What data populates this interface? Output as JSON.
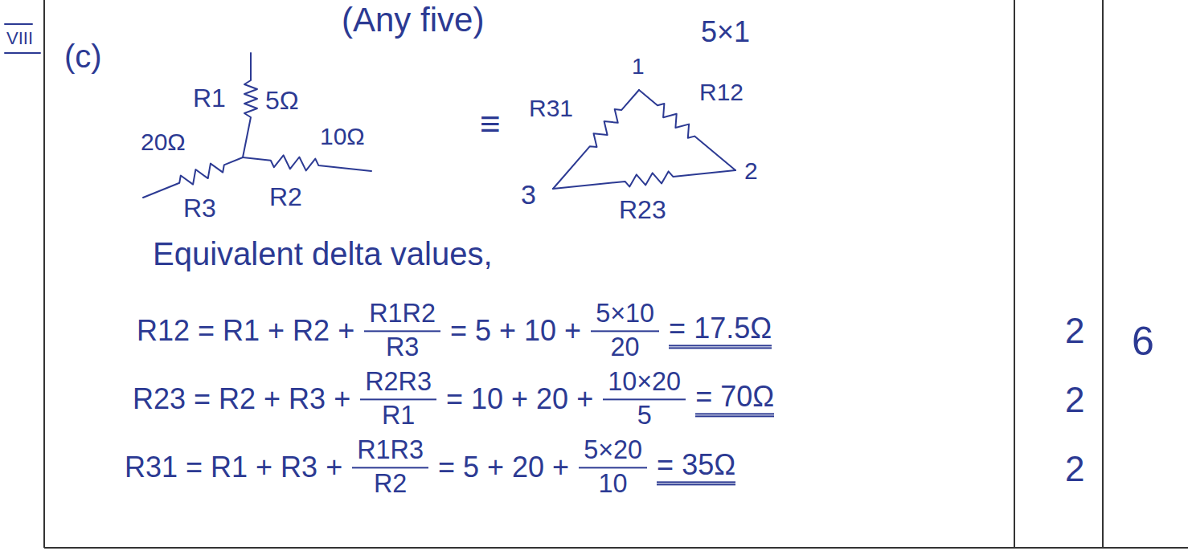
{
  "diagram": {
    "labels": [
      "VIII",
      "(Any five)",
      "5×1",
      "(c)",
      "R1",
      "5Ω",
      "20Ω",
      "10Ω",
      "R3",
      "R2",
      "≡",
      "1",
      "R31",
      "R12",
      "3",
      "2",
      "R23",
      "Equivalent delta values,",
      "R12 = R1 + R2 +",
      "R1R2",
      "R3",
      "= 5 + 10 +",
      "5×10",
      "20",
      "= 17.5Ω",
      "2",
      "6",
      "R23 = R2 + R3 +",
      "R2R3",
      "R1",
      "= 10 + 20 +",
      "10×20",
      "5",
      "= 70Ω",
      "2",
      "R31 = R1 + R3 +",
      "R1R3",
      "R2",
      "= 5 + 20 +",
      "5×20",
      "10",
      "= 35Ω",
      "2"
    ]
  }
}
